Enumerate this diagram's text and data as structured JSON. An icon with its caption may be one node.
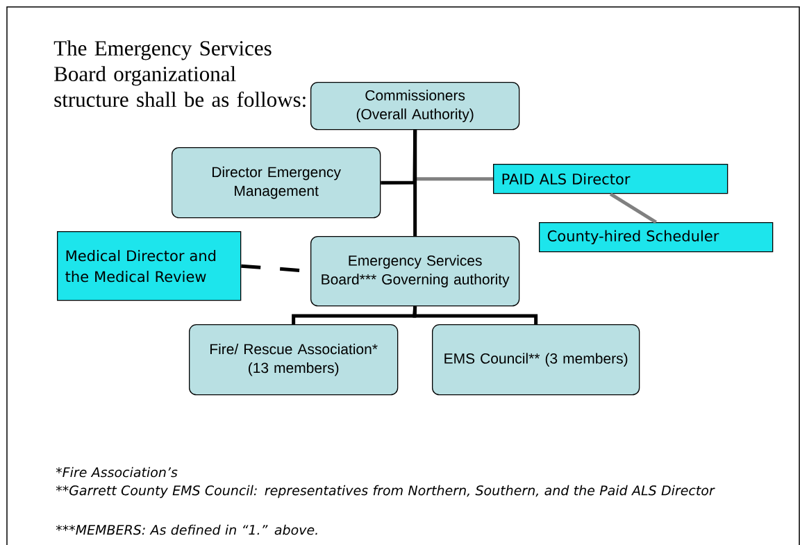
{
  "diagram": {
    "title": "The Emergency Services Board organizational structure shall be as follows:",
    "nodes": [
      {
        "text": [
          "Commissioners (Overall Authority)"
        ]
      },
      {
        "text": [
          "Director Emergency Management"
        ]
      },
      {
        "text": [
          "PAID ALS Director"
        ]
      },
      {
        "text": [
          "County-hired Scheduler"
        ]
      },
      {
        "text": [
          "Medical Director and the Medical Review"
        ]
      },
      {
        "text": [
          "Emergency Services Board*** Governing authority"
        ]
      },
      {
        "text": [
          "Fire/ Rescue Association* (13 members)"
        ]
      },
      {
        "text": [
          "EMS Council** (3 members)"
        ]
      }
    ],
    "edges": [
      {
        "from": 0,
        "to": 5,
        "arrow": "none"
      },
      {
        "from": 0,
        "to": 1,
        "arrow": "none"
      },
      {
        "from": 0,
        "to": 2,
        "arrow": "none",
        "color": "#808080"
      },
      {
        "from": 2,
        "to": 3,
        "arrow": "none",
        "color": "#808080"
      },
      {
        "from": 4,
        "to": 5,
        "arrow": "none",
        "style": "dashed"
      },
      {
        "from": 5,
        "to": 6,
        "arrow": "none"
      },
      {
        "from": 5,
        "to": 7,
        "arrow": "none"
      }
    ],
    "labels": [
      "*Fire Association’s",
      "**Garrett County EMS Council: representatives from Northern, Southern, and the Paid ALS Director",
      "***MEMBERS: As defined in “1.” above."
    ]
  }
}
